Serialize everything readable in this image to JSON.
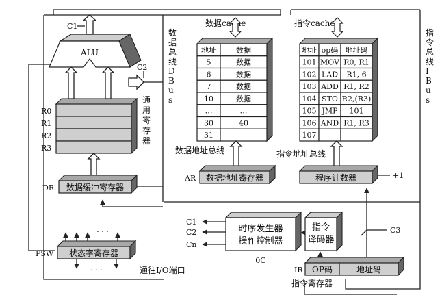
{
  "labels": {
    "alu": "ALU",
    "c1": "C1",
    "c2": "C2",
    "registers": [
      "R0",
      "R1",
      "R2",
      "R3"
    ],
    "general_registers": "通用寄存器",
    "dr": "DR",
    "data_buffer_register": "数据缓冲寄存器",
    "psw": "PSW",
    "status_register": "状态字寄存器",
    "dots": "· · ·",
    "io_port": "通往I/O端口",
    "data_bus": "数据总线DBus",
    "instr_bus": "指令总线IBus",
    "data_cache": "数据cache",
    "instr_cache": "指令cache",
    "data_addr_bus": "数据地址总线",
    "instr_addr_bus": "指令地址总线",
    "ar": "AR",
    "data_addr_register": "数据地址寄存器",
    "program_counter": "程序计数器",
    "plus_one": "+1",
    "timing_generator": "时序发生器",
    "op_controller": "操作控制器",
    "oc": "0C",
    "instr_decoder_1": "指令",
    "instr_decoder_2": "译码器",
    "c3": "C3",
    "out_c1": "C1",
    "out_c2": "C2",
    "out_cn": "Cn",
    "ir": "IR",
    "op_code": "OP码",
    "addr_code": "地址码",
    "instr_register": "指令寄存器"
  },
  "data_table": {
    "headers": [
      "地址",
      "数据"
    ],
    "rows": [
      [
        "5",
        "数据"
      ],
      [
        "6",
        "数据"
      ],
      [
        "7",
        "数据"
      ],
      [
        "10",
        "数据"
      ],
      [
        "…",
        "…"
      ],
      [
        "30",
        "40"
      ],
      [
        "31",
        ""
      ]
    ]
  },
  "instr_table": {
    "headers": [
      "地址",
      "op码",
      "地址码"
    ],
    "rows": [
      [
        "101",
        "MOV",
        "R0, R1"
      ],
      [
        "102",
        "LAD",
        "R1, 6"
      ],
      [
        "103",
        "ADD",
        "R1, R2"
      ],
      [
        "104",
        "STO",
        "R2,(R3)"
      ],
      [
        "105",
        "JMP",
        "101"
      ],
      [
        "106",
        "AND",
        "R1, R3"
      ],
      [
        "107",
        "",
        ""
      ]
    ]
  }
}
